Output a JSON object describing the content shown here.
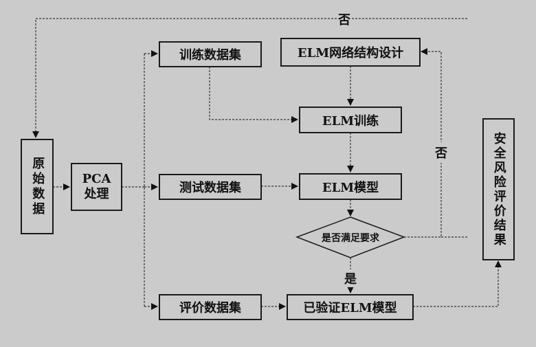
{
  "diagram": {
    "nodes": {
      "raw_data": {
        "label": "原始数据"
      },
      "pca": {
        "line1": "PCA",
        "line2": "处理"
      },
      "train_set": {
        "label": "训练数据集"
      },
      "test_set": {
        "label": "测试数据集"
      },
      "eval_set": {
        "label": "评价数据集"
      },
      "elm_design": {
        "label": "ELM网络结构设计"
      },
      "elm_train": {
        "label": "ELM训练"
      },
      "elm_model": {
        "label": "ELM模型"
      },
      "decision": {
        "label": "是否满足要求"
      },
      "verified_model": {
        "label": "已验证ELM模型"
      },
      "result": {
        "label": "安全风险评价结果"
      }
    },
    "edge_labels": {
      "no_top": "否",
      "no_right": "否",
      "yes": "是"
    },
    "colors": {
      "background": "#cbcbcb",
      "stroke": "#1a1a1a"
    }
  }
}
